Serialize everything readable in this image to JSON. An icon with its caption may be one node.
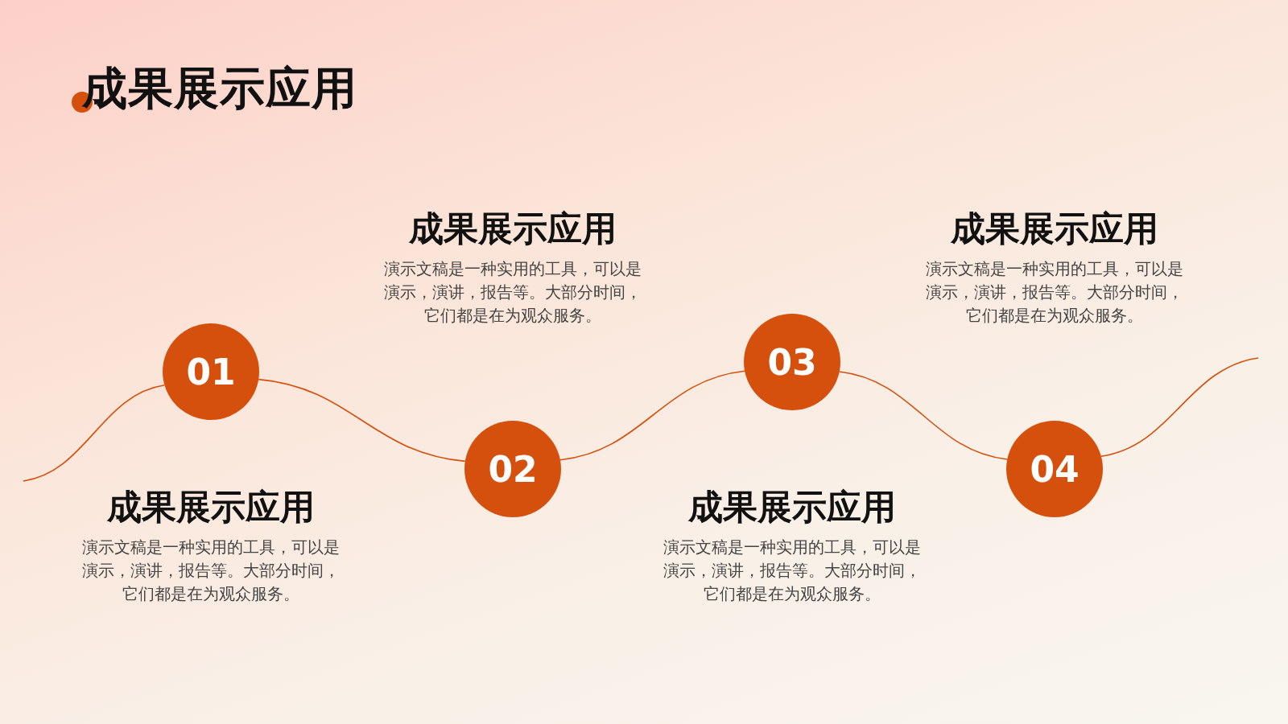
{
  "diagram": {
    "title": "成果展示应用",
    "nodes": [
      {
        "text": [
          "01"
        ],
        "beside": [
          "成果展示应用",
          "演示文稿是一种实用的工具，可以是演示，演讲，报告等。大部分时间，它们都是在为观众服务。"
        ]
      },
      {
        "text": [
          "02"
        ],
        "beside": [
          "成果展示应用",
          "演示文稿是一种实用的工具，可以是演示，演讲，报告等。大部分时间，它们都是在为观众服务。"
        ]
      },
      {
        "text": [
          "03"
        ],
        "beside": [
          "成果展示应用",
          "演示文稿是一种实用的工具，可以是演示，演讲，报告等。大部分时间，它们都是在为观众服务。"
        ]
      },
      {
        "text": [
          "04"
        ],
        "beside": [
          "成果展示应用",
          "演示文稿是一种实用的工具，可以是演示，演讲，报告等。大部分时间，它们都是在为观众服务。"
        ]
      }
    ],
    "edges": [
      {
        "from": null,
        "to": 0,
        "arrow": "none"
      },
      {
        "from": 0,
        "to": 1,
        "arrow": "none"
      },
      {
        "from": 1,
        "to": 2,
        "arrow": "none"
      },
      {
        "from": 2,
        "to": 3,
        "arrow": "none"
      },
      {
        "from": 3,
        "to": null,
        "arrow": "none"
      }
    ]
  }
}
